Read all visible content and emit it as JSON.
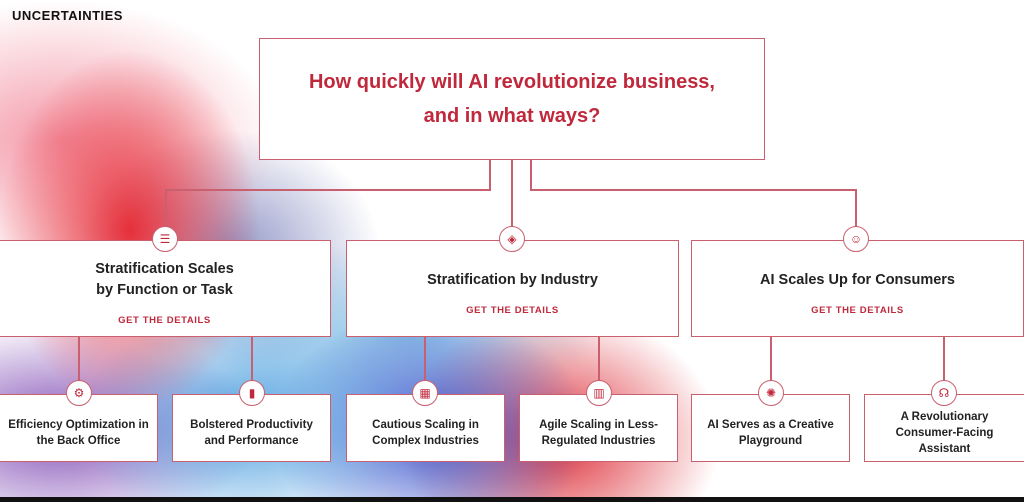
{
  "section_label": "UNCERTAINTIES",
  "question": {
    "line1": "How quickly will AI revolutionize business,",
    "line2": "and in what ways?"
  },
  "scenarios": [
    {
      "title_line1": "Stratification Scales",
      "title_line2": "by Function or Task",
      "link": "GET THE DETAILS",
      "icon": "checklist-icon"
    },
    {
      "title_line1": "Stratification by Industry",
      "title_line2": "",
      "link": "GET THE DETAILS",
      "icon": "layers-icon"
    },
    {
      "title_line1": "AI Scales Up for Consumers",
      "title_line2": "",
      "link": "GET THE DETAILS",
      "icon": "head-idea-icon"
    }
  ],
  "outcomes": [
    {
      "text": "Efficiency Optimization in the Back Office",
      "icon": "gears-cycle-icon"
    },
    {
      "text": "Bolstered Productivity and Performance",
      "icon": "bar-chart-icon"
    },
    {
      "text": "Cautious Scaling in Complex Industries",
      "icon": "factory-icon"
    },
    {
      "text": "Agile Scaling in Less-Regulated Industries",
      "icon": "buildings-icon"
    },
    {
      "text": "AI Serves as a Creative Playground",
      "icon": "lightbulb-icon"
    },
    {
      "text": "A Revolutionary Consumer-Facing Assistant",
      "icon": "headset-icon"
    }
  ],
  "colors": {
    "accent": "#c0283c",
    "border": "#c9606f"
  }
}
